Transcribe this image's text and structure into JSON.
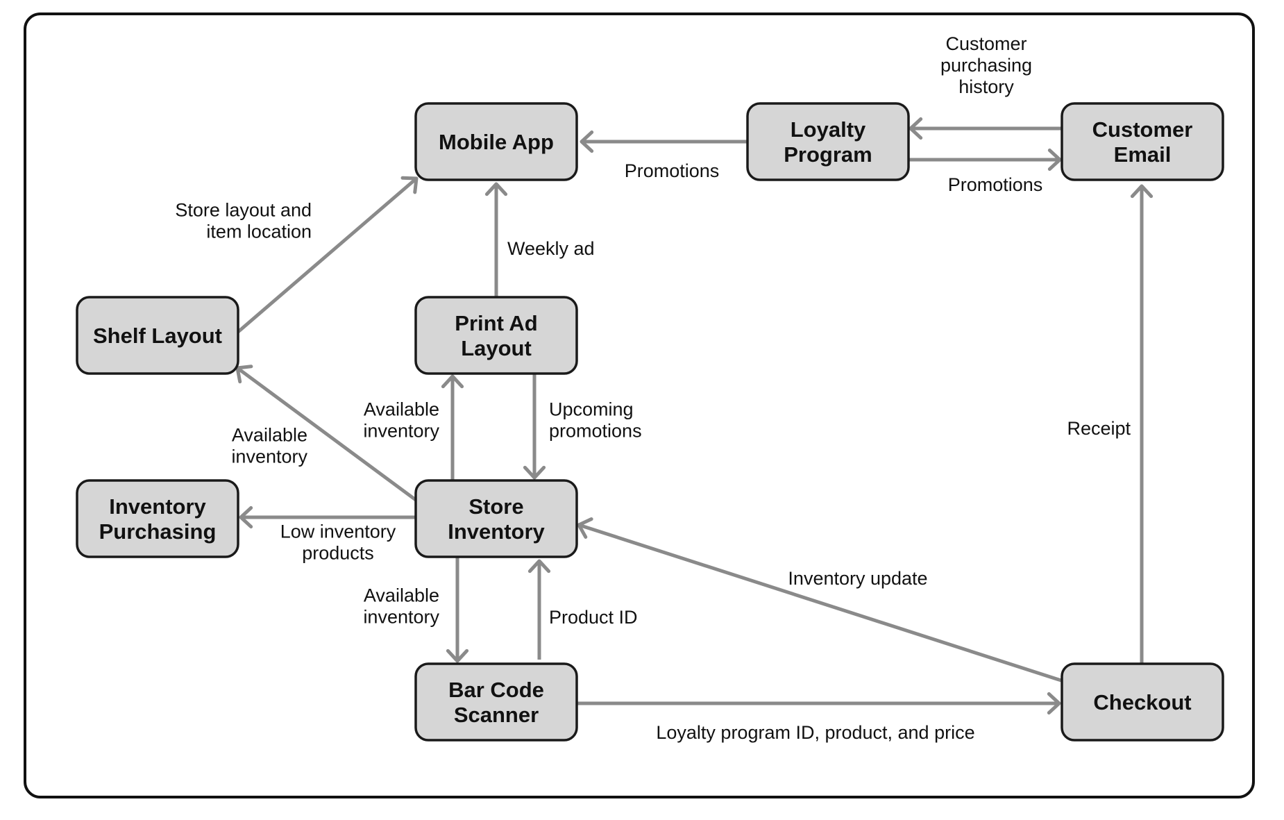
{
  "nodes": {
    "mobile_app": [
      "Mobile App"
    ],
    "loyalty_program": [
      "Loyalty",
      "Program"
    ],
    "customer_email": [
      "Customer",
      "Email"
    ],
    "shelf_layout": [
      "Shelf Layout"
    ],
    "print_ad_layout": [
      "Print Ad",
      "Layout"
    ],
    "inventory_purchasing": [
      "Inventory",
      "Purchasing"
    ],
    "store_inventory": [
      "Store",
      "Inventory"
    ],
    "bar_code_scanner": [
      "Bar Code",
      "Scanner"
    ],
    "checkout": [
      "Checkout"
    ]
  },
  "edges": [
    {
      "from": "loyalty_program",
      "to": "mobile_app",
      "label": [
        "Promotions"
      ]
    },
    {
      "from": "customer_email",
      "to": "loyalty_program",
      "label": [
        "Customer",
        "purchasing",
        "history"
      ]
    },
    {
      "from": "loyalty_program",
      "to": "customer_email",
      "label": [
        "Promotions"
      ]
    },
    {
      "from": "shelf_layout",
      "to": "mobile_app",
      "label": [
        "Store layout and",
        "item location"
      ]
    },
    {
      "from": "print_ad_layout",
      "to": "mobile_app",
      "label": [
        "Weekly ad"
      ]
    },
    {
      "from": "store_inventory",
      "to": "shelf_layout",
      "label": [
        "Available",
        "inventory"
      ]
    },
    {
      "from": "store_inventory",
      "to": "print_ad_layout",
      "label": [
        "Available",
        "inventory"
      ]
    },
    {
      "from": "print_ad_layout",
      "to": "store_inventory",
      "label": [
        "Upcoming",
        "promotions"
      ]
    },
    {
      "from": "store_inventory",
      "to": "inventory_purchasing",
      "label": [
        "Low inventory",
        "products"
      ]
    },
    {
      "from": "store_inventory",
      "to": "bar_code_scanner",
      "label": [
        "Available",
        "inventory"
      ]
    },
    {
      "from": "bar_code_scanner",
      "to": "store_inventory",
      "label": [
        "Product ID"
      ]
    },
    {
      "from": "checkout",
      "to": "store_inventory",
      "label": [
        "Inventory update"
      ]
    },
    {
      "from": "bar_code_scanner",
      "to": "checkout",
      "label": [
        "Loyalty program ID, product, and price"
      ]
    },
    {
      "from": "checkout",
      "to": "customer_email",
      "label": [
        "Receipt"
      ]
    }
  ]
}
